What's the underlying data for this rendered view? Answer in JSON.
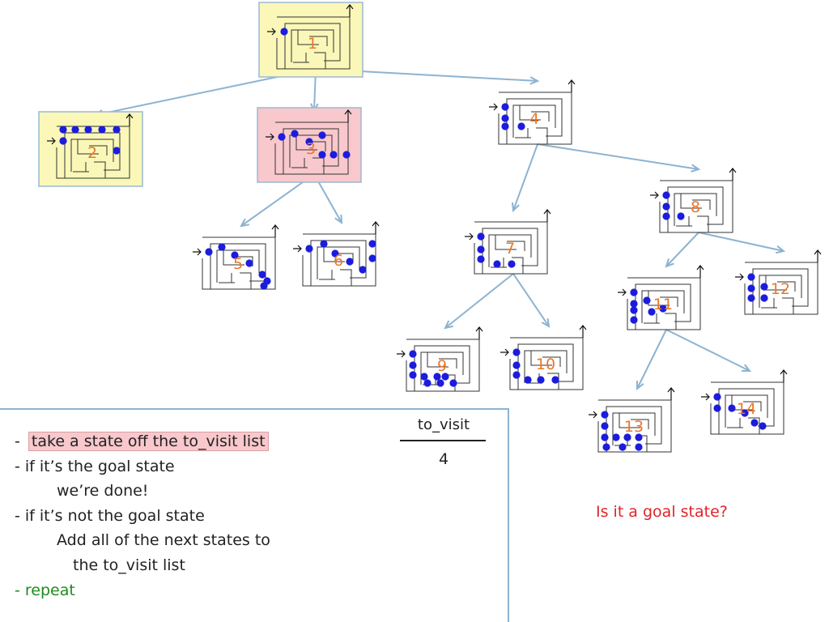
{
  "states": [
    {
      "id": "1",
      "label": "1",
      "highlight": "yellow",
      "dots": []
    },
    {
      "id": "2",
      "label": "2",
      "highlight": "yellow",
      "dots": []
    },
    {
      "id": "3",
      "label": "3",
      "highlight": "red",
      "dots": []
    },
    {
      "id": "4",
      "label": "4",
      "highlight": "none",
      "dots": []
    },
    {
      "id": "5",
      "label": "5",
      "highlight": "none",
      "dots": []
    },
    {
      "id": "6",
      "label": "6",
      "highlight": "none",
      "dots": []
    },
    {
      "id": "7",
      "label": "7",
      "highlight": "none",
      "dots": []
    },
    {
      "id": "8",
      "label": "8",
      "highlight": "none",
      "dots": []
    },
    {
      "id": "9",
      "label": "9",
      "highlight": "none",
      "dots": []
    },
    {
      "id": "10",
      "label": "10",
      "highlight": "none",
      "dots": []
    },
    {
      "id": "11",
      "label": "11",
      "highlight": "none",
      "dots": []
    },
    {
      "id": "12",
      "label": "12",
      "highlight": "none",
      "dots": []
    },
    {
      "id": "13",
      "label": "13",
      "highlight": "none",
      "dots": []
    },
    {
      "id": "14",
      "label": "14",
      "highlight": "none",
      "dots": []
    }
  ],
  "edges": [
    [
      "1",
      "2"
    ],
    [
      "1",
      "3"
    ],
    [
      "1",
      "4"
    ],
    [
      "3",
      "5"
    ],
    [
      "3",
      "6"
    ],
    [
      "4",
      "7"
    ],
    [
      "4",
      "8"
    ],
    [
      "7",
      "9"
    ],
    [
      "7",
      "10"
    ],
    [
      "8",
      "11"
    ],
    [
      "8",
      "12"
    ],
    [
      "11",
      "13"
    ],
    [
      "11",
      "14"
    ]
  ],
  "colors": {
    "highlight_yellow": "#FAF7B8",
    "highlight_red": "#F8C8CC",
    "edge": "#8DB3D1",
    "dot": "#1C1CDC",
    "label": "#E8782A",
    "question": "#E0242A",
    "repeat": "#1E8B1E"
  },
  "steps": {
    "line1": "- ",
    "line1_hl": "take a state off the to_visit list",
    "line2": "- if it’s the goal state",
    "line3": "we’re done!",
    "line4": "- if it’s not the goal state",
    "line5": "Add all of the next states to",
    "line6": "the to_visit list",
    "line7": "- repeat"
  },
  "to_visit": {
    "header": "to_visit",
    "items": [
      "4"
    ]
  },
  "question": "Is it a goal state?"
}
